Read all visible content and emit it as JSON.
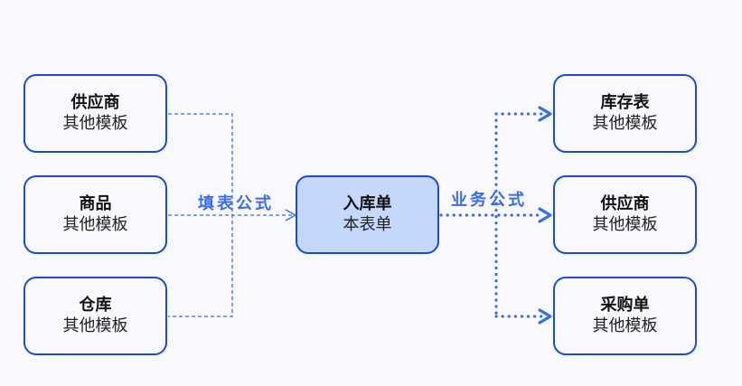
{
  "colors": {
    "background": "#f8f9fe",
    "node_border": "#1a4ad6",
    "center_fill": "#c5d8fb",
    "connector": "#3d6af0",
    "label": "#3d6af0"
  },
  "sources": [
    {
      "title": "供应商",
      "subtitle": "其他模板"
    },
    {
      "title": "商品",
      "subtitle": "其他模板"
    },
    {
      "title": "仓库",
      "subtitle": "其他模板"
    }
  ],
  "center": {
    "title": "入库单",
    "subtitle": "本表单"
  },
  "targets": [
    {
      "title": "库存表",
      "subtitle": "其他模板"
    },
    {
      "title": "供应商",
      "subtitle": "其他模板"
    },
    {
      "title": "采购单",
      "subtitle": "其他模板"
    }
  ],
  "edges": {
    "left_label": "填表公式",
    "right_label": "业务公式"
  }
}
